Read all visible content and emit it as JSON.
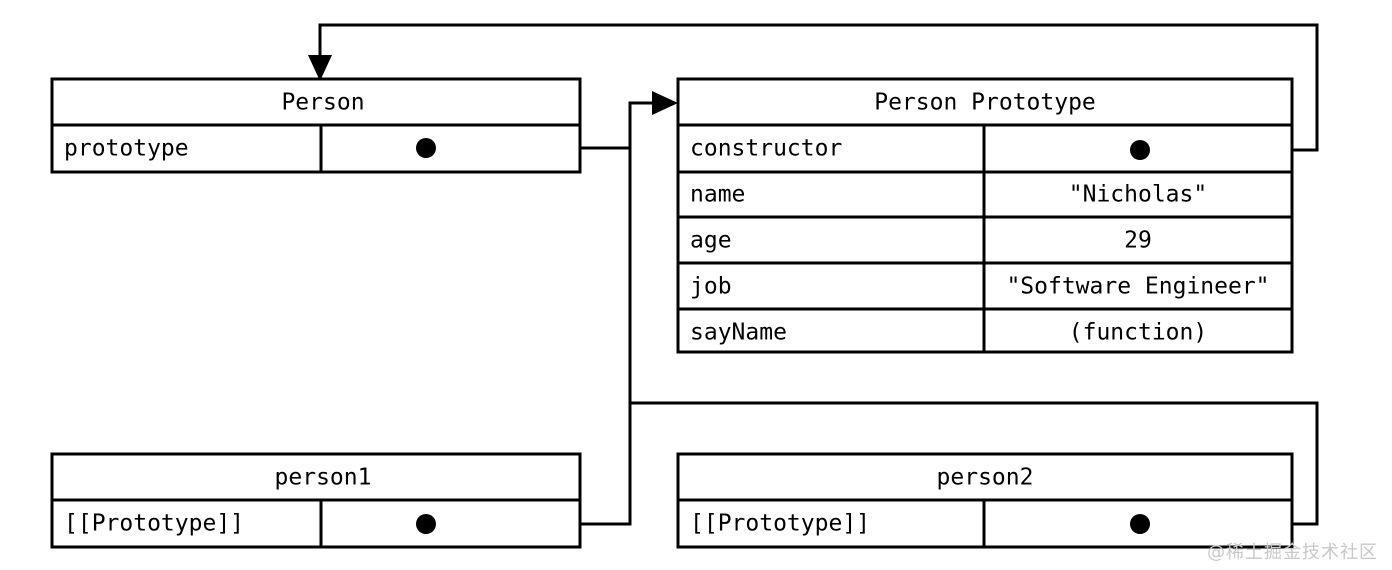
{
  "diagram": {
    "title": "JavaScript prototype chain diagram",
    "stroke_color": "#000000",
    "background_color": "#ffffff",
    "boxes": {
      "person_constructor": {
        "header": "Person",
        "rows": [
          {
            "key": "prototype",
            "value": "",
            "value_kind": "pointer-dot"
          }
        ]
      },
      "person_prototype": {
        "header": "Person Prototype",
        "rows": [
          {
            "key": "constructor",
            "value": "",
            "value_kind": "pointer-dot"
          },
          {
            "key": "name",
            "value": "\"Nicholas\"",
            "value_kind": "text"
          },
          {
            "key": "age",
            "value": "29",
            "value_kind": "text"
          },
          {
            "key": "job",
            "value": "\"Software Engineer\"",
            "value_kind": "text"
          },
          {
            "key": "sayName",
            "value": "(function)",
            "value_kind": "text"
          }
        ]
      },
      "person1": {
        "header": "person1",
        "rows": [
          {
            "key": "[[Prototype]]",
            "value": "",
            "value_kind": "pointer-dot"
          }
        ]
      },
      "person2": {
        "header": "person2",
        "rows": [
          {
            "key": "[[Prototype]]",
            "value": "",
            "value_kind": "pointer-dot"
          }
        ]
      }
    },
    "connections": [
      {
        "name": "prototype-to-person-prototype",
        "from": "Person.prototype",
        "to": "Person Prototype",
        "arrow": true
      },
      {
        "name": "constructor-to-person",
        "from": "Person Prototype.constructor",
        "to": "Person",
        "arrow": true
      },
      {
        "name": "person1-prototype-to-person-prototype",
        "from": "person1.[[Prototype]]",
        "to": "Person Prototype",
        "arrow": false
      },
      {
        "name": "person2-prototype-to-person-prototype",
        "from": "person2.[[Prototype]]",
        "to": "Person Prototype",
        "arrow": false
      }
    ]
  },
  "watermark": {
    "text": "@稀土掘金技术社区"
  }
}
